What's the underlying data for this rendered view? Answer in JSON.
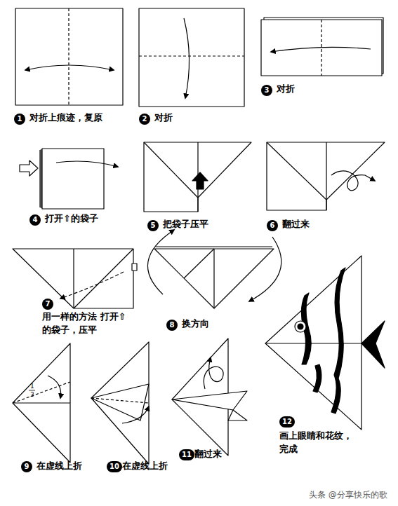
{
  "diagram": {
    "labels": [
      "1",
      "对折上痕迹，复原",
      "2",
      "对折",
      "3",
      "对折",
      "4",
      "打开⇧的袋子",
      "5",
      "把袋子压平",
      "6",
      "翻过来",
      "7",
      "用一样的方法 打开⇧的袋子，压平",
      "8",
      "换方向",
      "1",
      "3",
      "9",
      "在虚线上折",
      "10",
      "在虚线上折",
      "11",
      "翻过来",
      "12",
      "画上眼睛和花纹， 完成",
      "头条 @分享快乐的歌"
    ]
  }
}
